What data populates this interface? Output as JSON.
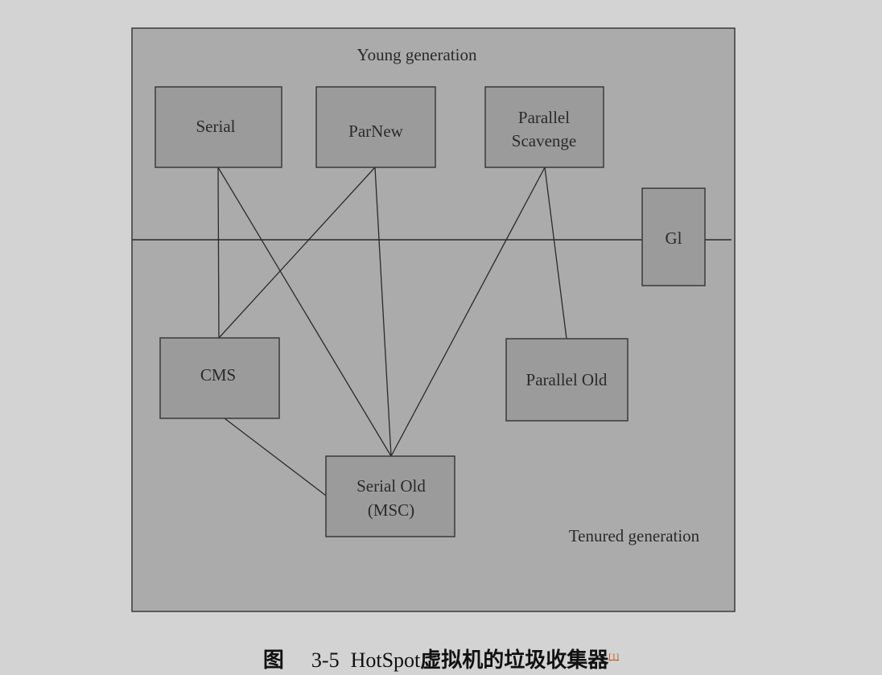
{
  "regions": {
    "young": "Young generation",
    "tenured": "Tenured generation"
  },
  "collectors": {
    "serial": [
      "Serial"
    ],
    "parnew": [
      "ParNew"
    ],
    "parallel_scavenge": [
      "Parallel",
      "Scavenge"
    ],
    "g1": [
      "Gl"
    ],
    "cms": [
      "CMS"
    ],
    "parallel_old": [
      "Parallel Old"
    ],
    "serial_old": [
      "Serial Old",
      "(MSC)"
    ]
  },
  "connections": [
    [
      "serial",
      "cms"
    ],
    [
      "serial",
      "serial_old"
    ],
    [
      "parnew",
      "cms"
    ],
    [
      "parnew",
      "serial_old"
    ],
    [
      "parallel_scavenge",
      "serial_old"
    ],
    [
      "parallel_scavenge",
      "parallel_old"
    ],
    [
      "cms",
      "serial_old"
    ]
  ],
  "caption": {
    "label": "图",
    "number": "3-5",
    "title_latin": "HotSpot",
    "title_cn": "虚拟机的垃圾收集器",
    "note": "[1]"
  },
  "colors": {
    "page_background": "#d3d3d3",
    "panel_background": "#ababab",
    "box_fill": "#9b9b9b",
    "stroke": "#3a3a3a",
    "note_color": "#c05a1a"
  }
}
